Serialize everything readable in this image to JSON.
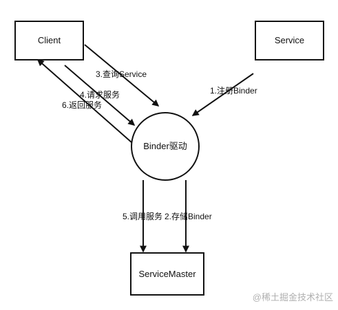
{
  "nodes": {
    "client": "Client",
    "service": "Service",
    "binder": "Binder驱动",
    "service_master": "ServiceMaster"
  },
  "edges": {
    "register": "1.注册Binder",
    "store": "2.存储Binder",
    "query": "3.查询Service",
    "request": "4.请求服务",
    "return": "6.返回服务",
    "invoke": "5.调用服务"
  },
  "watermark": "@稀土掘金技术社区",
  "colors": {
    "stroke": "#111111",
    "text": "#111111",
    "watermark": "#b0b0b0"
  }
}
